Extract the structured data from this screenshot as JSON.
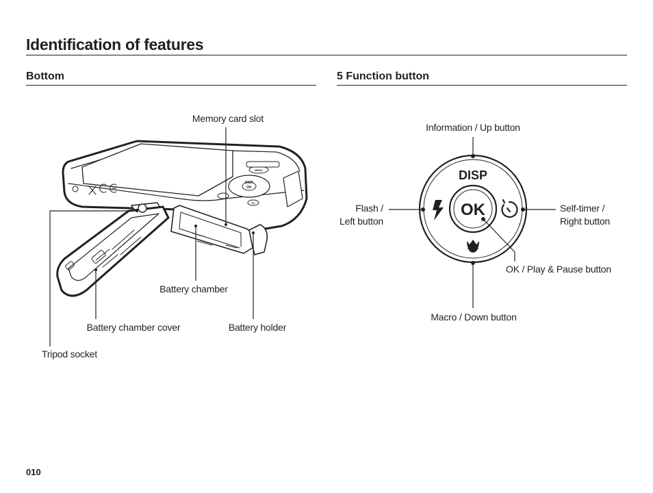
{
  "page": {
    "title": "Identification of features",
    "page_number": "010"
  },
  "bottom_section": {
    "title": "Bottom",
    "labels": {
      "memory_card_slot": "Memory card slot",
      "battery_chamber": "Battery chamber",
      "battery_chamber_cover": "Battery chamber cover",
      "battery_holder": "Battery holder",
      "tripod_socket": "Tripod socket"
    },
    "camera_markings": {
      "disp": "DISP",
      "ok": "OK",
      "fn": "Fn",
      "menu": "MENU"
    }
  },
  "function_section": {
    "title": "5 Function button",
    "labels": {
      "info_up": "Information / Up button",
      "flash_left_line1": "Flash /",
      "flash_left_line2": "Left button",
      "self_timer_line1": "Self-timer /",
      "self_timer_line2": "Right button",
      "ok_play_pause": "OK / Play & Pause button",
      "macro_down": "Macro / Down button"
    },
    "dial_markings": {
      "disp": "DISP",
      "ok": "OK"
    }
  }
}
